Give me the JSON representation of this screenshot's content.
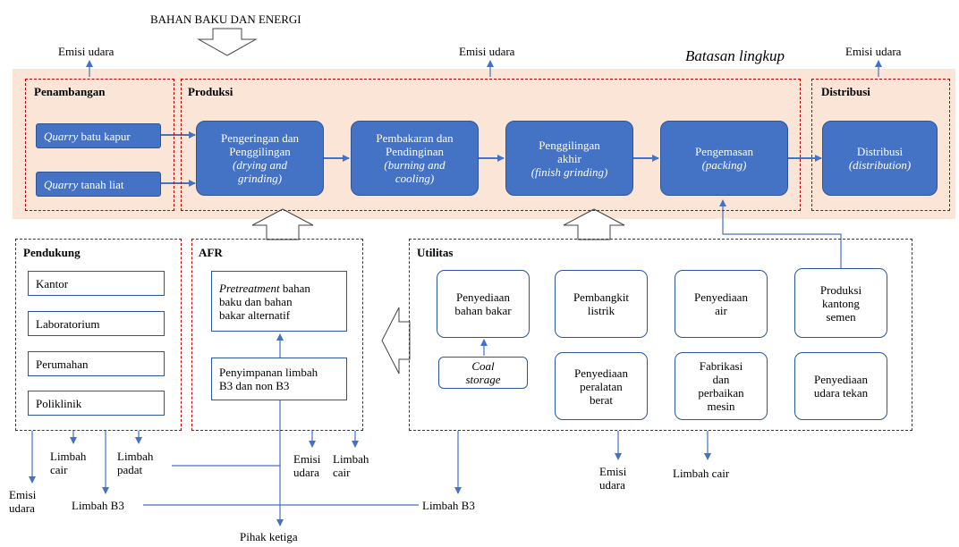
{
  "top_input": "BAHAN BAKU DAN ENERGI",
  "scope_label": "Batasan lingkup",
  "emisi_udara": "Emisi udara",
  "groups": {
    "penambangan": {
      "title": "Penambangan",
      "quarry_batu_kapur_em": "Quarry",
      "quarry_batu_kapur_rest": " batu kapur",
      "quarry_tanah_liat_em": "Quarry",
      "quarry_tanah_liat_rest": " tanah liat"
    },
    "produksi": {
      "title": "Produksi",
      "steps": [
        {
          "line1": "Pengeringan dan",
          "line2": "Penggilingan",
          "line3": "(drying and",
          "line4": "grinding)"
        },
        {
          "line1": "Pembakaran dan",
          "line2": "Pendinginan",
          "line3": "(burning and",
          "line4": "cooling)"
        },
        {
          "line1": "Penggilingan",
          "line2": "akhir",
          "line3": "(finish grinding)"
        },
        {
          "line1": "Pengemasan",
          "line2": "(packing)"
        }
      ]
    },
    "distribusi": {
      "title": "Distribusi",
      "line1": "Distribusi",
      "line2": "(distribution)"
    },
    "pendukung": {
      "title": "Pendukung",
      "items": [
        "Kantor",
        "Laboratorium",
        "Perumahan",
        "Poliklinik"
      ]
    },
    "afr": {
      "title": "AFR",
      "pretreat_em": "Pretreatment",
      "pretreat_rest1": " bahan",
      "pretreat_line2": "baku dan bahan",
      "pretreat_line3": "bakar alternatif",
      "storage_line1": "Penyimpanan limbah",
      "storage_line2": "B3 dan non B3"
    },
    "utilitas": {
      "title": "Utilitas",
      "bahan_bakar": [
        "Penyediaan",
        "bahan bakar"
      ],
      "coal": [
        "Coal",
        "storage"
      ],
      "listrik": [
        "Pembangkit",
        "listrik"
      ],
      "peralatan": [
        "Penyediaan",
        "peralatan",
        "berat"
      ],
      "air": [
        "Penyediaan",
        "air"
      ],
      "fabrikasi": [
        "Fabrikasi",
        "dan",
        "perbaikan",
        "mesin"
      ],
      "kantong": [
        "Produksi",
        "kantong",
        "semen"
      ],
      "udara_tekan": [
        "Penyediaan",
        "udara tekan"
      ]
    }
  },
  "outputs": {
    "emisi": [
      "Emisi",
      "udara"
    ],
    "limbah_cair": [
      "Limbah",
      "cair"
    ],
    "limbah_padat": [
      "Limbah",
      "padat"
    ],
    "limbah_cair_single": "Limbah cair",
    "limbah_b3": "Limbah B3",
    "pihak_ketiga": "Pihak ketiga"
  },
  "colors": {
    "process_fill": "#4472c4",
    "scope_fill": "#fbe5d6",
    "dashed_border": "#c00000",
    "line": "#4472c4"
  }
}
